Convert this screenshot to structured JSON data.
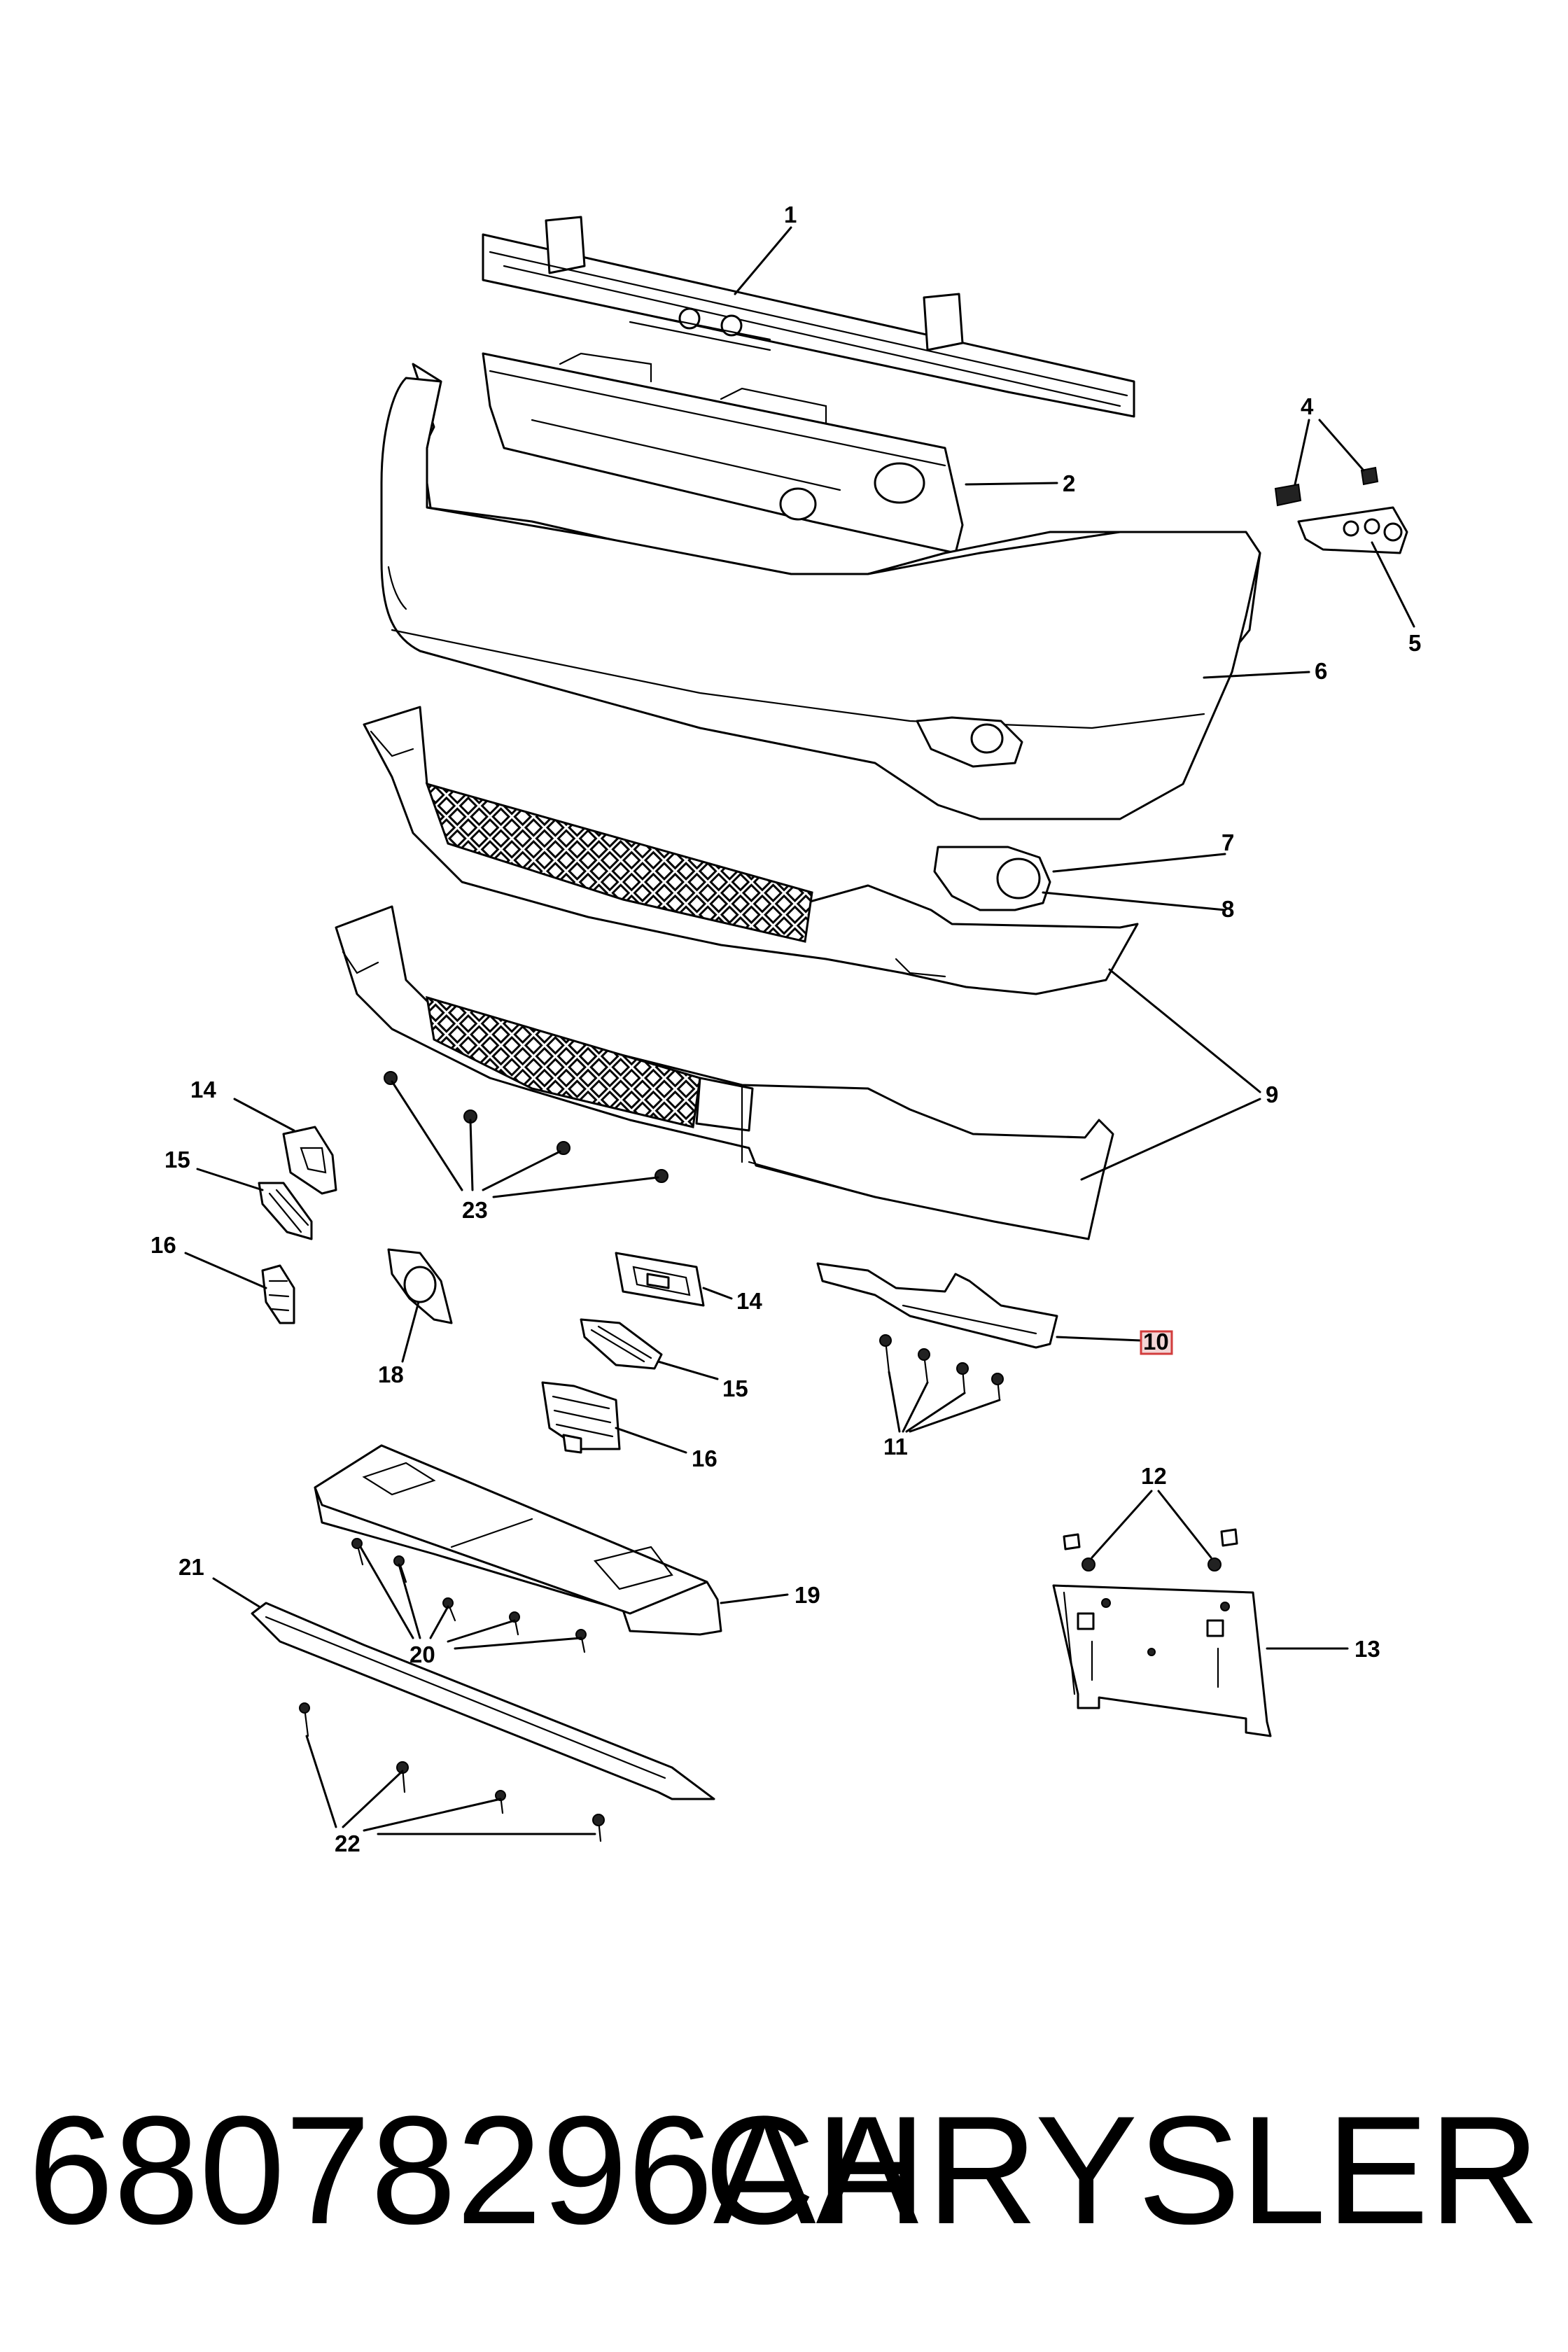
{
  "callouts": {
    "c1": "1",
    "c2": "2",
    "c4": "4",
    "c5": "5",
    "c6": "6",
    "c7": "7",
    "c8": "8",
    "c9": "9",
    "c10": "10",
    "c11": "11",
    "c12": "12",
    "c13": "13",
    "c14a": "14",
    "c14b": "14",
    "c15a": "15",
    "c15b": "15",
    "c16a": "16",
    "c16b": "16",
    "c18": "18",
    "c19": "19",
    "c20": "20",
    "c21": "21",
    "c22": "22",
    "c23": "23"
  },
  "highlighted_callout": "10",
  "highlight_color": "#d23c3c",
  "footer": {
    "part_number": "68078296AA",
    "brand": "CHRYSLER"
  }
}
